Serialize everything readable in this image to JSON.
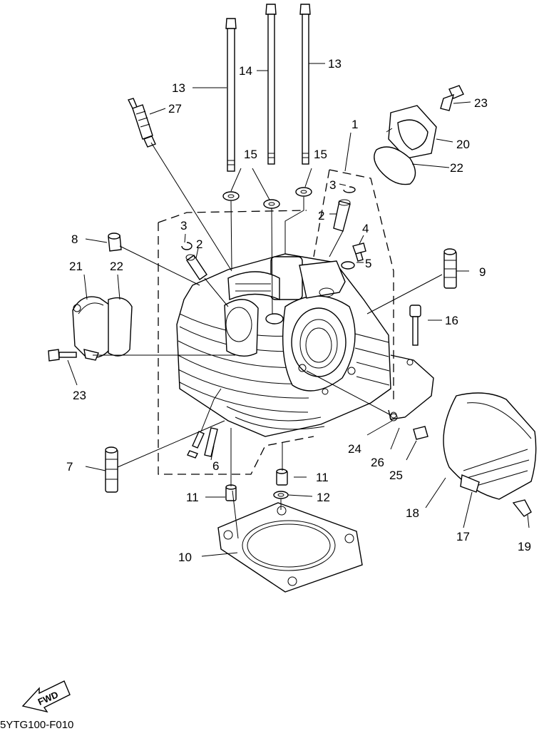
{
  "diagram": {
    "drawing_code": "5YTG100-F010",
    "direction_label": "FWD",
    "callouts": {
      "c1": "1",
      "c2a": "2",
      "c2b": "2",
      "c3a": "3",
      "c3b": "3",
      "c4": "4",
      "c5": "5",
      "c6": "6",
      "c7": "7",
      "c8": "8",
      "c9": "9",
      "c10": "10",
      "c11a": "11",
      "c11b": "11",
      "c12": "12",
      "c13a": "13",
      "c13b": "13",
      "c14": "14",
      "c15a": "15",
      "c15b": "15",
      "c16": "16",
      "c17": "17",
      "c18": "18",
      "c19": "19",
      "c20": "20",
      "c21": "21",
      "c22a": "22",
      "c22b": "22",
      "c23a": "23",
      "c23b": "23",
      "c24": "24",
      "c25": "25",
      "c26": "26",
      "c27": "27"
    }
  }
}
